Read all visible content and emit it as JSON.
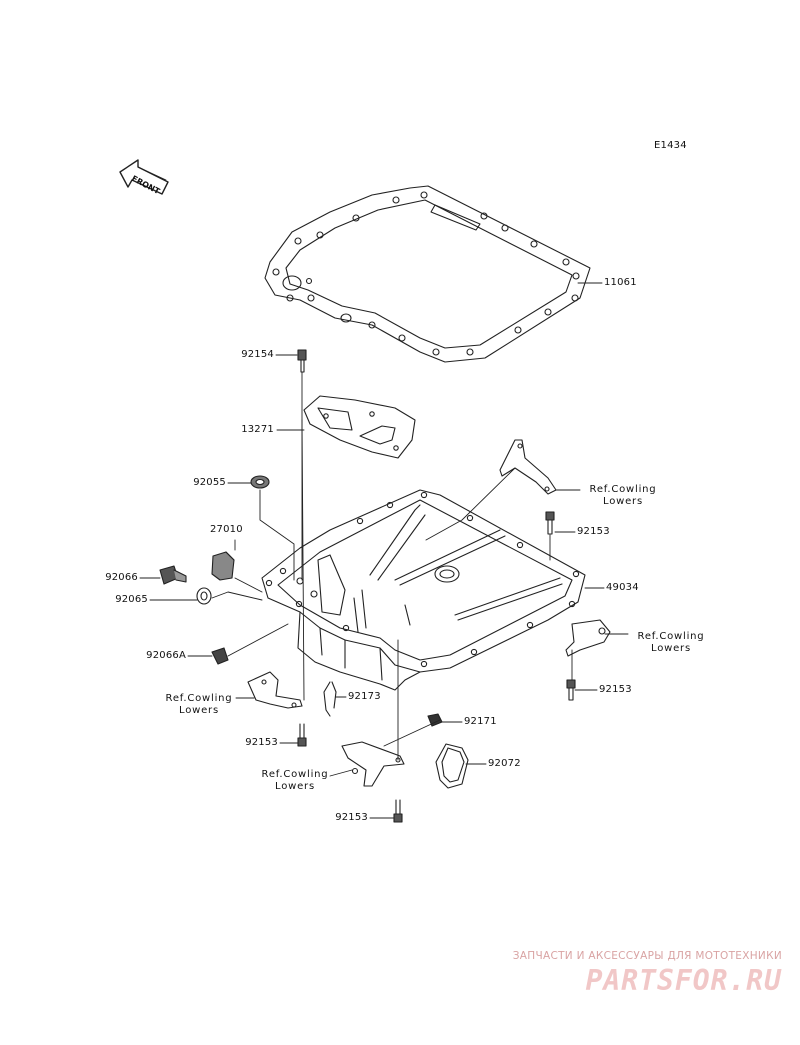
{
  "diagram_code": "E1434",
  "front_badge": "FRONT",
  "parts": {
    "p11061": "11061",
    "p92154": "92154",
    "p13271": "13271",
    "p92055": "92055",
    "p27010": "27010",
    "p92066": "92066",
    "p92065": "92065",
    "p92066A": "92066A",
    "p49034": "49034",
    "p92153_right_top": "92153",
    "p92153_right_mid": "92153",
    "p92153_left": "92153",
    "p92153_bottom": "92153",
    "p92173": "92173",
    "p92171": "92171",
    "p92072": "92072"
  },
  "refs": {
    "right_top": {
      "line1": "Ref.Cowling",
      "line2": "Lowers"
    },
    "right_mid": {
      "line1": "Ref.Cowling",
      "line2": "Lowers"
    },
    "left": {
      "line1": "Ref.Cowling",
      "line2": "Lowers"
    },
    "bottom": {
      "line1": "Ref.Cowling",
      "line2": "Lowers"
    }
  },
  "watermark": {
    "line1": "ЗАПЧАСТИ И АКСЕССУАРЫ ДЛЯ МОТОТЕХНИКИ",
    "line2": "PARTSFOR.RU"
  },
  "colors": {
    "line": "#222222",
    "watermark_small": "#d9a3a3",
    "watermark_big": "#f1c7c7"
  }
}
